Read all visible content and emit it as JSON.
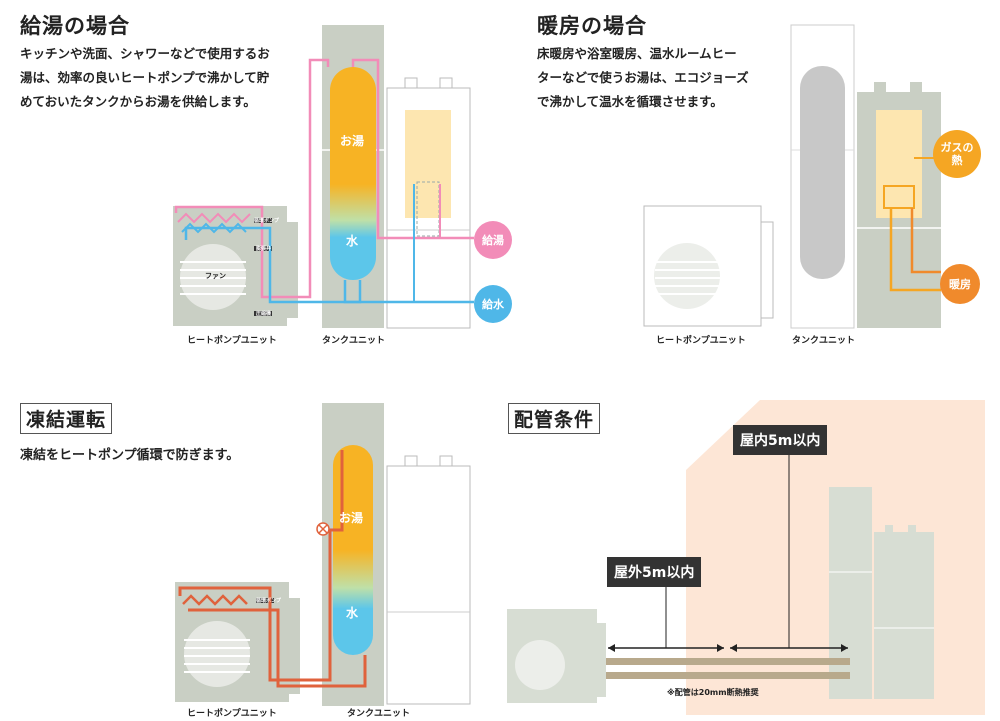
{
  "hot_water": {
    "title": "給湯の場合",
    "desc_lines": [
      "キッチンや洗面、シャワーなどで使用するお",
      "湯は、効率の良いヒートポンプで沸かして貯",
      "めておいたタンクからお湯を供給します。"
    ],
    "label_hot": "お湯",
    "label_water": "水",
    "supply_hot": "給湯",
    "supply_water": "給水",
    "fan": "ファン",
    "hp_caption": "ヒートポンプユニット",
    "tank_caption": "タンクユニット",
    "small_label_1": "循環ポンプ",
    "small_label_2": "膨張弁",
    "small_label_3": "圧縮機"
  },
  "heating": {
    "title": "暖房の場合",
    "desc_lines": [
      "床暖房や浴室暖房、温水ルームヒー",
      "ターなどで使うお湯は、エコジョーズ",
      "で沸かして温水を循環させます。"
    ],
    "gas_heat": "ガスの熱",
    "heating_label": "暖房",
    "hp_caption": "ヒートポンプユニット",
    "tank_caption": "タンクユニット"
  },
  "freeze": {
    "title": "凍結運転",
    "desc": "凍結をヒートポンプ循環で防ぎます。",
    "label_hot": "お湯",
    "label_water": "水",
    "small_label": "循環ポンプ",
    "hp_caption": "ヒートポンプユニット",
    "tank_caption": "タンクユニット"
  },
  "piping": {
    "title": "配管条件",
    "indoor": "屋内5m以内",
    "outdoor": "屋外5m以内",
    "note": "※配管は20mm断熱推奨"
  },
  "colors": {
    "hot": "#f5a623",
    "water": "#4fc3e8",
    "pink": "#f28cb8",
    "blue": "#4fb7e8",
    "orange": "#f08a2c",
    "red": "#e0623c",
    "unit_gray": "#c9cfc4",
    "house": "#fde3d2"
  }
}
